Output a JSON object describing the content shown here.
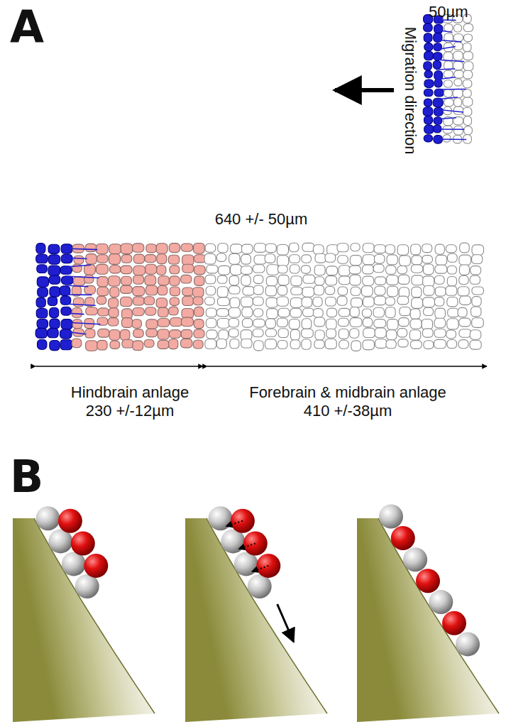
{
  "diagram": {
    "labels": [
      "A",
      "50µm",
      "Migration direction",
      "640 +/- 50µm",
      "Hindbrain anlage",
      "230 +/-12µm",
      "Forebrain & midbrain anlage",
      "410 +/-38µm",
      "B"
    ]
  }
}
